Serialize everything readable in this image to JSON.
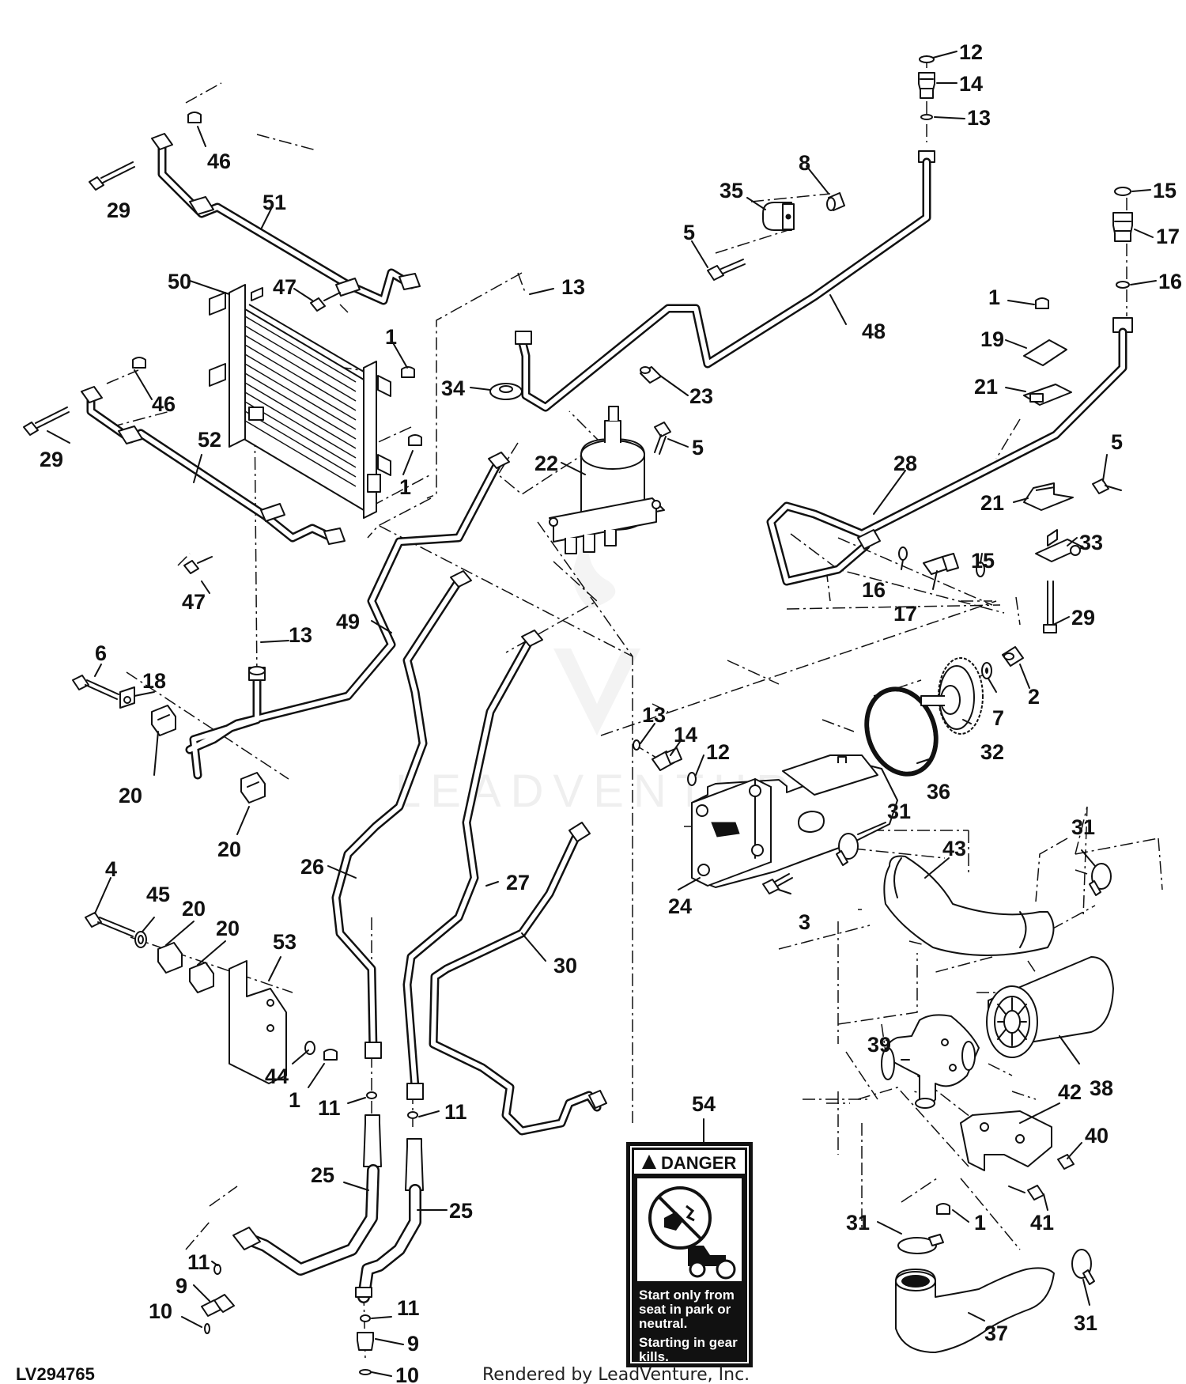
{
  "diagram": {
    "figure_id": "LV294765",
    "render_credit": "Rendered by LeadVenture, Inc.",
    "watermark": "LEADVENTURE",
    "callouts": [
      {
        "id": "c-12a",
        "label": "12"
      },
      {
        "id": "c-14a",
        "label": "14"
      },
      {
        "id": "c-13a",
        "label": "13"
      },
      {
        "id": "c-15a",
        "label": "15"
      },
      {
        "id": "c-17a",
        "label": "17"
      },
      {
        "id": "c-16a",
        "label": "16"
      },
      {
        "id": "c-46a",
        "label": "46"
      },
      {
        "id": "c-29a",
        "label": "29"
      },
      {
        "id": "c-51",
        "label": "51"
      },
      {
        "id": "c-8",
        "label": "8"
      },
      {
        "id": "c-35",
        "label": "35"
      },
      {
        "id": "c-5a",
        "label": "5"
      },
      {
        "id": "c-50",
        "label": "50"
      },
      {
        "id": "c-47a",
        "label": "47"
      },
      {
        "id": "c-13b",
        "label": "13"
      },
      {
        "id": "c-1a",
        "label": "1"
      },
      {
        "id": "c-48",
        "label": "48"
      },
      {
        "id": "c-1b",
        "label": "1"
      },
      {
        "id": "c-19",
        "label": "19"
      },
      {
        "id": "c-34",
        "label": "34"
      },
      {
        "id": "c-23",
        "label": "23"
      },
      {
        "id": "c-21a",
        "label": "21"
      },
      {
        "id": "c-46b",
        "label": "46"
      },
      {
        "id": "c-29b",
        "label": "29"
      },
      {
        "id": "c-52",
        "label": "52"
      },
      {
        "id": "c-1c",
        "label": "1"
      },
      {
        "id": "c-22",
        "label": "22"
      },
      {
        "id": "c-5b",
        "label": "5"
      },
      {
        "id": "c-5c",
        "label": "5"
      },
      {
        "id": "c-28",
        "label": "28"
      },
      {
        "id": "c-21b",
        "label": "21"
      },
      {
        "id": "c-33",
        "label": "33"
      },
      {
        "id": "c-15b",
        "label": "15"
      },
      {
        "id": "c-16b",
        "label": "16"
      },
      {
        "id": "c-17b",
        "label": "17"
      },
      {
        "id": "c-29c",
        "label": "29"
      },
      {
        "id": "c-47b",
        "label": "47"
      },
      {
        "id": "c-49",
        "label": "49"
      },
      {
        "id": "c-13c",
        "label": "13"
      },
      {
        "id": "c-6",
        "label": "6"
      },
      {
        "id": "c-18",
        "label": "18"
      },
      {
        "id": "c-2",
        "label": "2"
      },
      {
        "id": "c-7",
        "label": "7"
      },
      {
        "id": "c-32",
        "label": "32"
      },
      {
        "id": "c-13d",
        "label": "13"
      },
      {
        "id": "c-14b",
        "label": "14"
      },
      {
        "id": "c-12b",
        "label": "12"
      },
      {
        "id": "c-36",
        "label": "36"
      },
      {
        "id": "c-20a",
        "label": "20"
      },
      {
        "id": "c-20b",
        "label": "20"
      },
      {
        "id": "c-31a",
        "label": "31"
      },
      {
        "id": "c-43",
        "label": "43"
      },
      {
        "id": "c-31b",
        "label": "31"
      },
      {
        "id": "c-26",
        "label": "26"
      },
      {
        "id": "c-27",
        "label": "27"
      },
      {
        "id": "c-24",
        "label": "24"
      },
      {
        "id": "c-3",
        "label": "3"
      },
      {
        "id": "c-4",
        "label": "4"
      },
      {
        "id": "c-45",
        "label": "45"
      },
      {
        "id": "c-20c",
        "label": "20"
      },
      {
        "id": "c-20d",
        "label": "20"
      },
      {
        "id": "c-53",
        "label": "53"
      },
      {
        "id": "c-30",
        "label": "30"
      },
      {
        "id": "c-39",
        "label": "39"
      },
      {
        "id": "c-38",
        "label": "38"
      },
      {
        "id": "c-44",
        "label": "44"
      },
      {
        "id": "c-1d",
        "label": "1"
      },
      {
        "id": "c-11a",
        "label": "11"
      },
      {
        "id": "c-11b",
        "label": "11"
      },
      {
        "id": "c-54",
        "label": "54"
      },
      {
        "id": "c-42",
        "label": "42"
      },
      {
        "id": "c-40",
        "label": "40"
      },
      {
        "id": "c-25a",
        "label": "25"
      },
      {
        "id": "c-25b",
        "label": "25"
      },
      {
        "id": "c-1e",
        "label": "1"
      },
      {
        "id": "c-41",
        "label": "41"
      },
      {
        "id": "c-31c",
        "label": "31"
      },
      {
        "id": "c-11c",
        "label": "11"
      },
      {
        "id": "c-9a",
        "label": "9"
      },
      {
        "id": "c-10a",
        "label": "10"
      },
      {
        "id": "c-11d",
        "label": "11"
      },
      {
        "id": "c-9b",
        "label": "9"
      },
      {
        "id": "c-37",
        "label": "37"
      },
      {
        "id": "c-31d",
        "label": "31"
      },
      {
        "id": "c-10b",
        "label": "10"
      }
    ],
    "decal": {
      "header": "DANGER",
      "line1": "Start only from",
      "line2": "seat in park or",
      "line3": "neutral.",
      "line4": "Starting in gear",
      "line5": "kills."
    }
  }
}
